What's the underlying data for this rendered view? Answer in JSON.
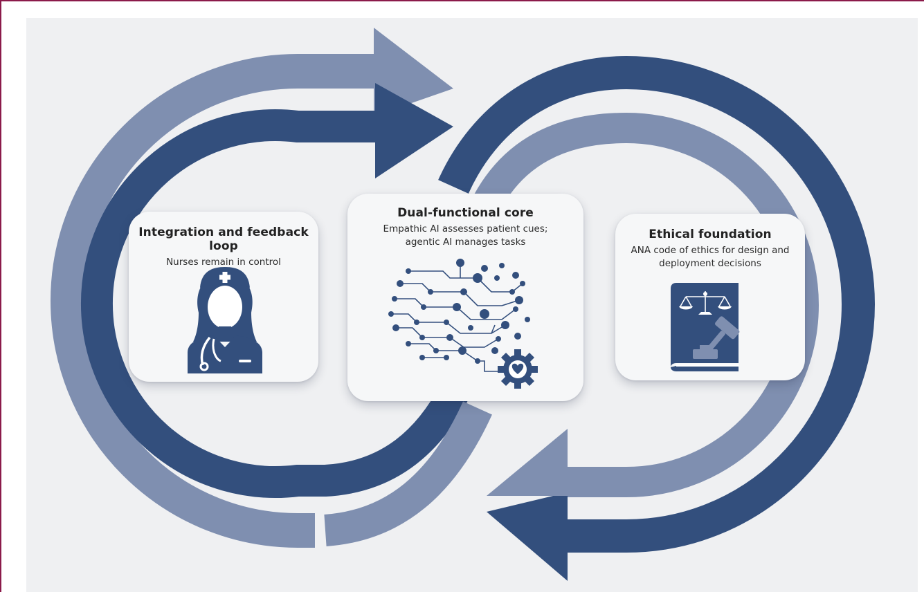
{
  "colors": {
    "dark_arrow": "#334f7d",
    "light_arrow": "#7f8fb0",
    "card_bg": "#f6f7f8",
    "canvas_bg": "#eff0f2"
  },
  "cards": {
    "left": {
      "title": "Integration and feedback loop",
      "subtitle": "Nurses remain in control",
      "icon": "nurse-icon"
    },
    "center": {
      "title": "Dual-functional core",
      "subtitle_line1": "Empathic AI assesses patient cues;",
      "subtitle_line2": "agentic AI manages tasks",
      "icon": "brain-circuit-gear-heart-icon"
    },
    "right": {
      "title": "Ethical foundation",
      "subtitle_line1": "ANA code of ethics for design and",
      "subtitle_line2": "deployment decisions",
      "icon": "law-book-scales-gavel-icon"
    }
  }
}
